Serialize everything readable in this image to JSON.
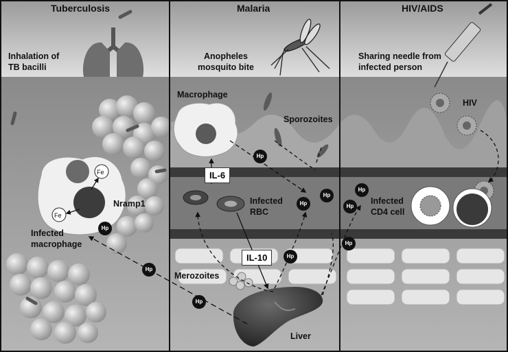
{
  "panels": [
    {
      "title": "Tuberculosis",
      "caption": "Inhalation of\nTB bacilli"
    },
    {
      "title": "Malaria",
      "caption": "Anopheles\nmosquito bite"
    },
    {
      "title": "HIV/AIDS",
      "caption": "Sharing needle from\ninfected person"
    }
  ],
  "tb": {
    "fe": "Fe",
    "nramp": "Nramp1",
    "macrophage": "Infected\nmacrophage"
  },
  "malaria": {
    "macrophage": "Macrophage",
    "sporozoites": "Sporozoites",
    "il6": "IL-6",
    "rbc": "Infected\nRBC",
    "il10": "IL-10",
    "merozoites": "Merozoites",
    "liver": "Liver"
  },
  "hiv": {
    "virus": "HIV",
    "cd4": "Infected\nCD4 cell"
  },
  "hp": "Hp"
}
